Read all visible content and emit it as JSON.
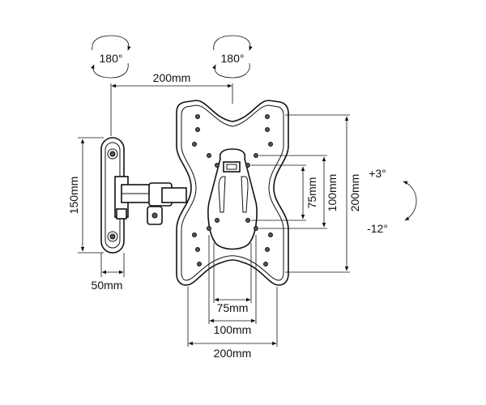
{
  "rotation": {
    "arm_left": "180°",
    "arm_right": "180°",
    "tilt_up": "+3°",
    "tilt_down": "-12°"
  },
  "dimensions": {
    "arm_span": "200mm",
    "wall_plate_height": "150mm",
    "wall_plate_width": "50mm",
    "vesa_small_vertical": "75mm",
    "vesa_medium_vertical": "100mm",
    "vesa_large_vertical": "200mm",
    "vesa_small_horizontal": "75mm",
    "vesa_medium_horizontal": "100mm",
    "vesa_large_horizontal": "200mm"
  }
}
